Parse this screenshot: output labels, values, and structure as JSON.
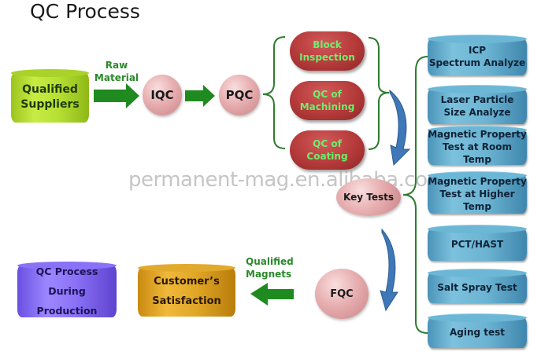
{
  "title": "QC Process",
  "watermark": "permanent-mag.en.alibaba.com",
  "colors": {
    "arrow_green": "#1f8a1f",
    "brace_green": "#2e7d2e",
    "curved_arrow_blue": "#3f78b8",
    "pill_text_green": "#6cf06c"
  },
  "flow": {
    "supplier": {
      "line1": "Qualified",
      "line2": "Suppliers"
    },
    "raw_material_label": {
      "line1": "Raw",
      "line2": "Material"
    },
    "iqc": "IQC",
    "pqc": "PQC",
    "pqc_checks": [
      {
        "line1": "Block",
        "line2": "Inspection"
      },
      {
        "line1": "QC of",
        "line2": "Machining"
      },
      {
        "line1": "QC of",
        "line2": "Coating"
      }
    ],
    "key_tests": "Key Tests",
    "tests": [
      {
        "line1": "ICP",
        "line2": "Spectrum Analyze"
      },
      {
        "line1": "Laser Particle",
        "line2": "Size Analyze"
      },
      {
        "line1": "Magnetic Property",
        "line2": "Test at Room Temp"
      },
      {
        "line1": "Magnetic Property",
        "line2": "Test at Higher Temp"
      },
      {
        "line1": "PCT/HAST",
        "line2": ""
      },
      {
        "line1": "Salt Spray Test",
        "line2": ""
      },
      {
        "line1": "Aging test",
        "line2": ""
      }
    ],
    "fqc": "FQC",
    "qualified_magnets_label": {
      "line1": "Qualified",
      "line2": "Magnets"
    },
    "customer": {
      "line1": "Customer’s",
      "line2": "Satisfaction"
    },
    "summary": {
      "line1": "QC Process",
      "line2": "During Production"
    }
  }
}
